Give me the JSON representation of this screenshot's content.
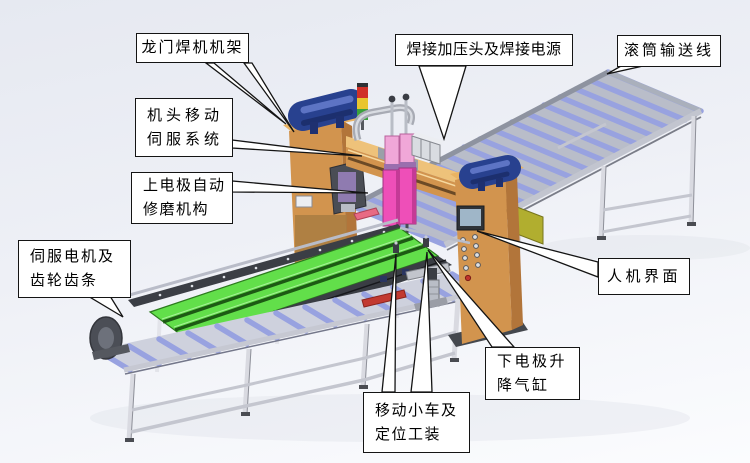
{
  "labels": [
    {
      "id": "gantry-frame",
      "lines": [
        "龙门焊机机架"
      ]
    },
    {
      "id": "weld-press-head-and-power",
      "lines": [
        "焊接加压头及焊接电源"
      ]
    },
    {
      "id": "roller-conveyor-line",
      "lines": [
        "滚筒输送线"
      ]
    },
    {
      "id": "head-travel-servo",
      "lines": [
        "机头移动",
        "伺服系统"
      ]
    },
    {
      "id": "upper-electrode-dresser",
      "lines": [
        "上电极自动",
        "修磨机构"
      ]
    },
    {
      "id": "servo-motor-gear-rack",
      "lines": [
        "伺服电机及",
        "齿轮齿条"
      ]
    },
    {
      "id": "hmi",
      "lines": [
        "人机界面"
      ]
    },
    {
      "id": "lower-electrode-lift-cylinder",
      "lines": [
        "下电极升",
        "降气缸"
      ]
    },
    {
      "id": "moving-trolley-fixture",
      "lines": [
        "移动小车及",
        "定位工装"
      ]
    }
  ],
  "colors": {
    "bgTop": "#e6e9f1",
    "bgBottom": "#fbfcfe",
    "frameOrange": "#d2944e",
    "frameOrangeDark": "#b2753a",
    "frameOrangeTop": "#e9b363",
    "tankBlue": "#28418f",
    "weldPink": "#ee4fb8",
    "panelGreen": "#62df4a",
    "rollerBlue": "#98a2e0",
    "steelGray": "#c9ccd6",
    "lampRed": "#d03028",
    "lampYellow": "#e8c52e",
    "lampGreen": "#3ba23c"
  }
}
